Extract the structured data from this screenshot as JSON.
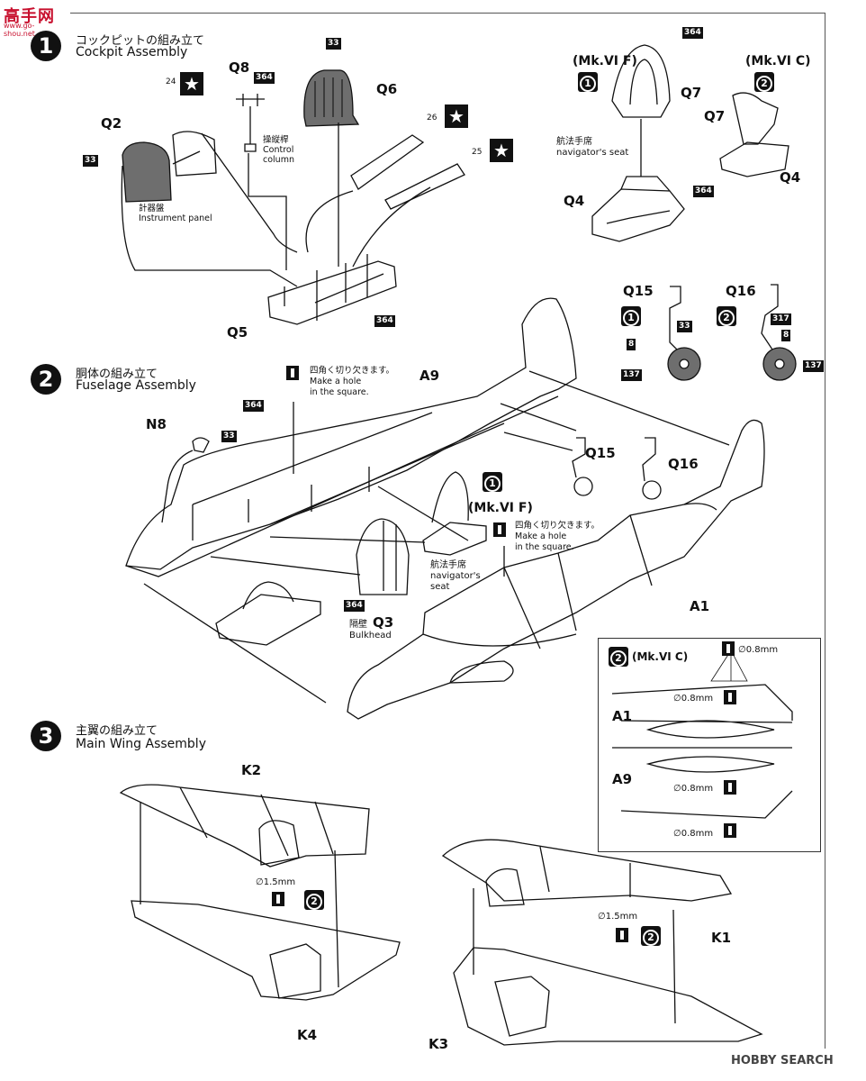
{
  "watermark": {
    "cn": "高手网",
    "url": "www.go-shou.net"
  },
  "steps": [
    {
      "num": "1",
      "jp": "コックピットの組み立て",
      "en": "Cockpit Assembly"
    },
    {
      "num": "2",
      "jp": "胴体の組み立て",
      "en": "Fuselage Assembly"
    },
    {
      "num": "3",
      "jp": "主翼の組み立て",
      "en": "Main Wing Assembly"
    }
  ],
  "cockpit": {
    "q2": "Q2",
    "q8": "Q8",
    "q6": "Q6",
    "q5": "Q5",
    "paint33a": "33",
    "paint33b": "33",
    "paint364a": "364",
    "paint364b": "364",
    "decal24": "24",
    "decal25": "25",
    "decal26": "26",
    "star": "★",
    "instrument_jp": "計器盤",
    "instrument_en": "Instrument panel",
    "control_jp": "操縦桿",
    "control_en1": "Control",
    "control_en2": "column"
  },
  "navseat": {
    "mk6f": "(Mk.VI F)",
    "mk6c": "(Mk.VI C)",
    "v1": "1",
    "v2": "2",
    "q7a": "Q7",
    "q7b": "Q7",
    "q4a": "Q4",
    "q4b": "Q4",
    "paint364a": "364",
    "paint364b": "364",
    "nav_jp": "航法手席",
    "nav_en": "navigator's seat"
  },
  "gear": {
    "q15": "Q15",
    "q16": "Q16",
    "v1": "1",
    "v2": "2",
    "p33": "33",
    "p8a": "8",
    "p8b": "8",
    "p137a": "137",
    "p137b": "137",
    "p317": "317"
  },
  "fuselage": {
    "n8": "N8",
    "a9": "A9",
    "a1": "A1",
    "q3": "Q3",
    "q15": "Q15",
    "q16": "Q16",
    "paint33": "33",
    "paint364a": "364",
    "paint364b": "364",
    "hole_jp": "四角く切り欠きます。",
    "hole_en1": "Make a hole",
    "hole_en2": "in the square.",
    "hole_jp2": "四角く切り欠きます。",
    "hole_en3": "Make a hole",
    "hole_en4": "in the square.",
    "mk6f": "(Mk.VI F)",
    "v1": "1",
    "nav_jp": "航法手席",
    "nav_en1": "navigator's",
    "nav_en2": "seat",
    "bulk_jp": "隔壁",
    "bulk_en": "Bulkhead"
  },
  "inset": {
    "v2": "2",
    "mk": "(Mk.VI C)",
    "a1": "A1",
    "a9": "A9",
    "d1": "∅0.8mm",
    "d2": "∅0.8mm",
    "d3": "∅0.8mm",
    "d4": "∅0.8mm"
  },
  "wing": {
    "k2": "K2",
    "k4": "K4",
    "k1": "K1",
    "k3": "K3",
    "v2a": "2",
    "v2b": "2",
    "d1": "∅1.5mm",
    "d2": "∅1.5mm"
  },
  "footer": "HOBBY SEARCH",
  "colors": {
    "ink": "#111111",
    "seat_gray": "#6e6e6e",
    "watermark": "#c8102e"
  }
}
